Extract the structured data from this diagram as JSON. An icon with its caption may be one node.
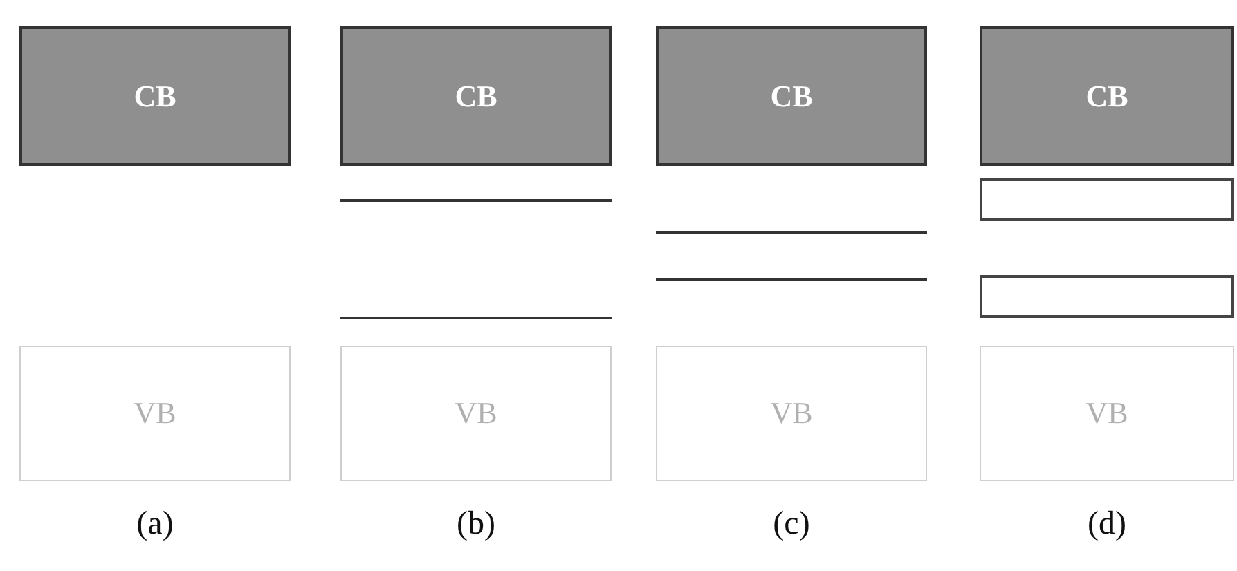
{
  "diagram": {
    "nodes": [
      {
        "text": [
          "CB"
        ]
      },
      {
        "text": [
          "VB"
        ]
      },
      {
        "text": [
          "CB"
        ]
      },
      {
        "text": [],
        "shape": "bar"
      },
      {
        "text": [],
        "shape": "bar"
      },
      {
        "text": [
          "VB"
        ]
      },
      {
        "text": [
          "CB"
        ]
      },
      {
        "text": [],
        "shape": "bar"
      },
      {
        "text": [],
        "shape": "bar"
      },
      {
        "text": [
          "VB"
        ]
      },
      {
        "text": [
          "CB"
        ]
      },
      {
        "text": [],
        "shape": "box"
      },
      {
        "text": [],
        "shape": "box"
      },
      {
        "text": [
          "VB"
        ]
      }
    ],
    "labels": [
      "(a)",
      "(b)",
      "(c)",
      "(d)"
    ]
  }
}
